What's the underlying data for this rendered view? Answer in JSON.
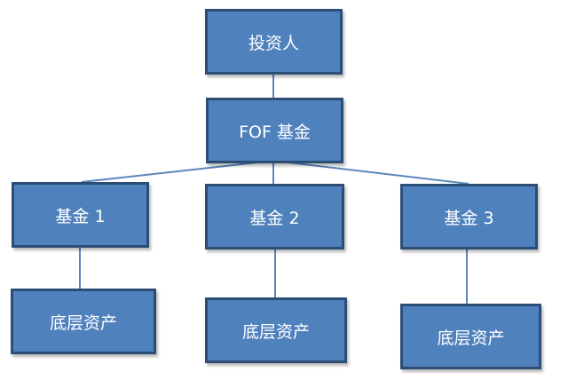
{
  "diagram": {
    "nodes": {
      "investor": "投资人",
      "fof": "FOF 基金",
      "fund1": "基金 1",
      "fund2": "基金 2",
      "fund3": "基金 3",
      "asset1": "底层资产",
      "asset2": "底层资产",
      "asset3": "底层资产"
    },
    "edges": [
      [
        "investor",
        "fof"
      ],
      [
        "fof",
        "fund1"
      ],
      [
        "fof",
        "fund2"
      ],
      [
        "fof",
        "fund3"
      ],
      [
        "fund1",
        "asset1"
      ],
      [
        "fund2",
        "asset2"
      ],
      [
        "fund3",
        "asset3"
      ]
    ],
    "colors": {
      "box_fill": "#4f81bd",
      "box_border": "#2c4d75",
      "connector": "#5b86bd",
      "text": "#ffffff"
    }
  }
}
